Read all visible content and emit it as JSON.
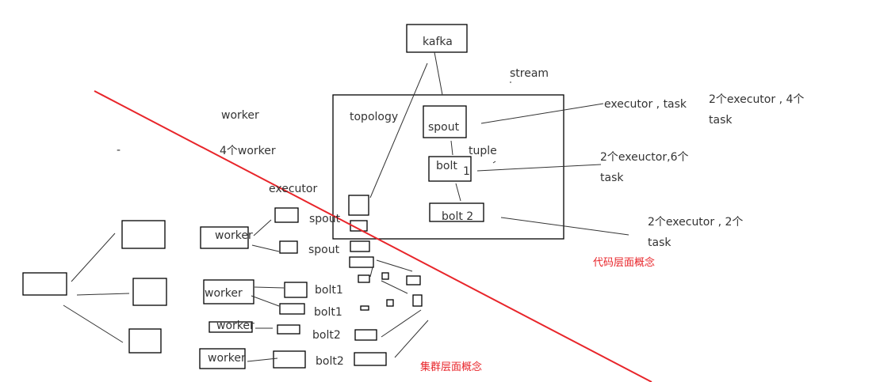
{
  "diagram": {
    "code_level": {
      "caption": "代码层面概念",
      "kafka": "kafka",
      "stream": "stream",
      "topology": "topology",
      "spout": "spout",
      "tuple": "tuple",
      "bolt1": "bolt",
      "bolt1_num": "1",
      "bolt2": "bolt 2",
      "executor_task": "executor , task",
      "spout_note_line1": "2个executor , 4个",
      "spout_note_line2": "task",
      "bolt1_note_line1": "2个exeuctor,6个",
      "bolt1_note_line2": "task",
      "bolt2_note_line1": "2个executor , 2个",
      "bolt2_note_line2": "task"
    },
    "cluster_level": {
      "caption": "集群层面概念",
      "worker_heading": "worker",
      "worker_count": "4个worker",
      "executor_heading": "executor",
      "dash": "-",
      "workers": [
        "worker",
        "worker",
        "worker",
        "worker"
      ],
      "executor_labels": [
        "spout",
        "spout",
        "bolt1",
        "bolt1",
        "bolt2",
        "bolt2"
      ]
    },
    "colors": {
      "divider": "#e8252a",
      "caption": "#e8252a",
      "stroke": "#000000",
      "box_side": "#808080",
      "text": "#333333"
    }
  }
}
